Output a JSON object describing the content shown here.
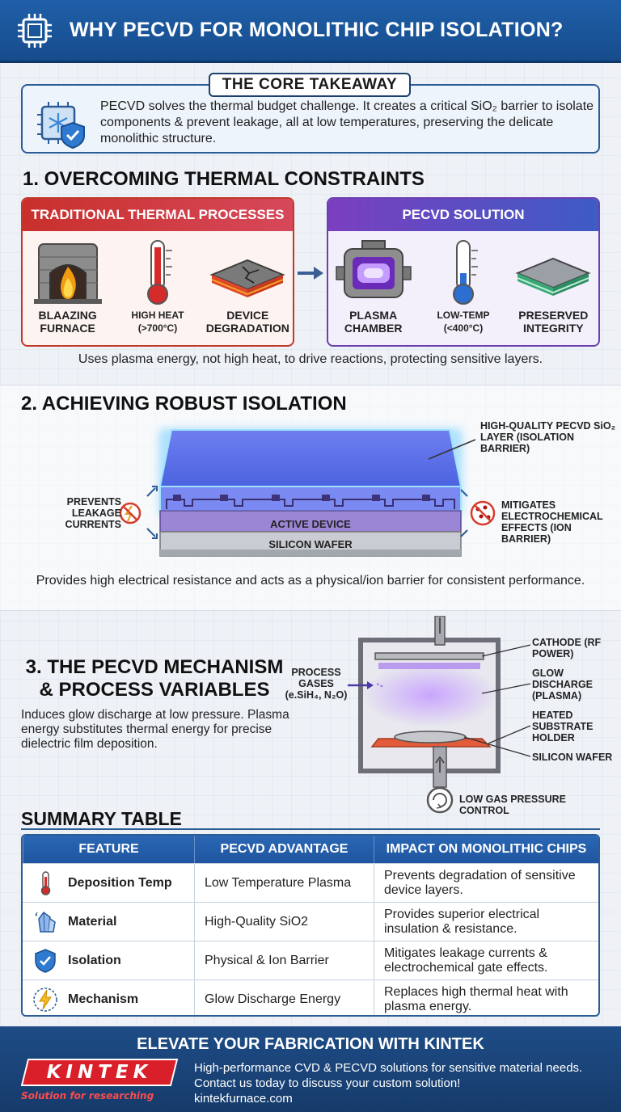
{
  "header": {
    "title": "WHY PECVD FOR MONOLITHIC CHIP ISOLATION?"
  },
  "takeaway": {
    "title": "THE CORE TAKEAWAY",
    "text": "PECVD solves the thermal budget challenge. It creates a critical SiO₂ barrier to isolate components & prevent leakage, all at low temperatures, preserving the delicate monolithic structure."
  },
  "section1": {
    "title": "1. OVERCOMING THERMAL CONSTRAINTS",
    "traditional": {
      "header": "TRADITIONAL THERMAL PROCESSES",
      "items": [
        {
          "label": "BLAAZING FURNACE"
        },
        {
          "label": "HIGH HEAT (>700°C)"
        },
        {
          "label": "DEVICE DEGRADATION"
        }
      ]
    },
    "pecvd": {
      "header": "PECVD SOLUTION",
      "items": [
        {
          "label": "PLASMA CHAMBER"
        },
        {
          "label": "LOW-TEMP (<400°C)"
        },
        {
          "label": "PRESERVED INTEGRITY"
        }
      ]
    },
    "caption": "Uses plasma energy, not high heat, to drive reactions, protecting sensitive layers."
  },
  "section2": {
    "title": "2. ACHIEVING ROBUST ISOLATION",
    "labels": {
      "layer": "HIGH-QUALITY PECVD SiO₂ LAYER (ISOLATION BARRIER)",
      "leakage": "PREVENTS LEAKAGE CURRENTS",
      "ion": "MITIGATES ELECTROCHEMICAL EFFECTS (ION BARRIER)",
      "active": "ACTIVE DEVICE",
      "wafer": "SILICON WAFER"
    },
    "caption": "Provides high electrical resistance and acts as a physical/ion barrier for consistent performance."
  },
  "section3": {
    "title": "3. THE PECVD MECHANISM & PROCESS VARIABLES",
    "text": "Induces glow discharge at low pressure. Plasma energy substitutes thermal energy for precise dielectric film deposition.",
    "labels": {
      "cathode": "CATHODE (RF POWER)",
      "glow": "GLOW DISCHARGE (PLASMA)",
      "holder": "HEATED SUBSTRATE HOLDER",
      "wafer": "SILICON WAFER",
      "gases": "PROCESS GASES (e.SiH₄, N₂O)",
      "pressure": "LOW GAS PRESSURE CONTROL"
    }
  },
  "summary": {
    "title": "SUMMARY TABLE",
    "headers": [
      "FEATURE",
      "PECVD ADVANTAGE",
      "IMPACT ON MONOLITHIC CHIPS"
    ],
    "rows": [
      {
        "feature": "Deposition Temp",
        "advantage": "Low Temperature Plasma",
        "impact": "Prevents degradation of sensitive device layers.",
        "icon": "thermometer-icon"
      },
      {
        "feature": "Material",
        "advantage": "High-Quality SiO2",
        "impact": "Provides superior electrical insulation & resistance.",
        "icon": "crystal-icon"
      },
      {
        "feature": "Isolation",
        "advantage": "Physical & Ion Barrier",
        "impact": "Mitigates leakage currents & electrochemical gate effects.",
        "icon": "shield-icon"
      },
      {
        "feature": "Mechanism",
        "advantage": "Glow Discharge Energy",
        "impact": "Replaces high thermal heat with plasma energy.",
        "icon": "lightning-icon"
      }
    ]
  },
  "footer": {
    "title": "ELEVATE YOUR FABRICATION WITH KINTEK",
    "logo_text": "KINTEK",
    "logo_tagline": "Solution for researching",
    "line1": "High-performance CVD & PECVD solutions for sensitive material needs.",
    "line2": "Contact us today to discuss your custom solution!",
    "line3": "kintekfurnace.com"
  },
  "colors": {
    "primary": "#1f5fa8",
    "red": "#c9302c",
    "purple": "#7b3fc0",
    "plasma": "#a77cf0"
  }
}
